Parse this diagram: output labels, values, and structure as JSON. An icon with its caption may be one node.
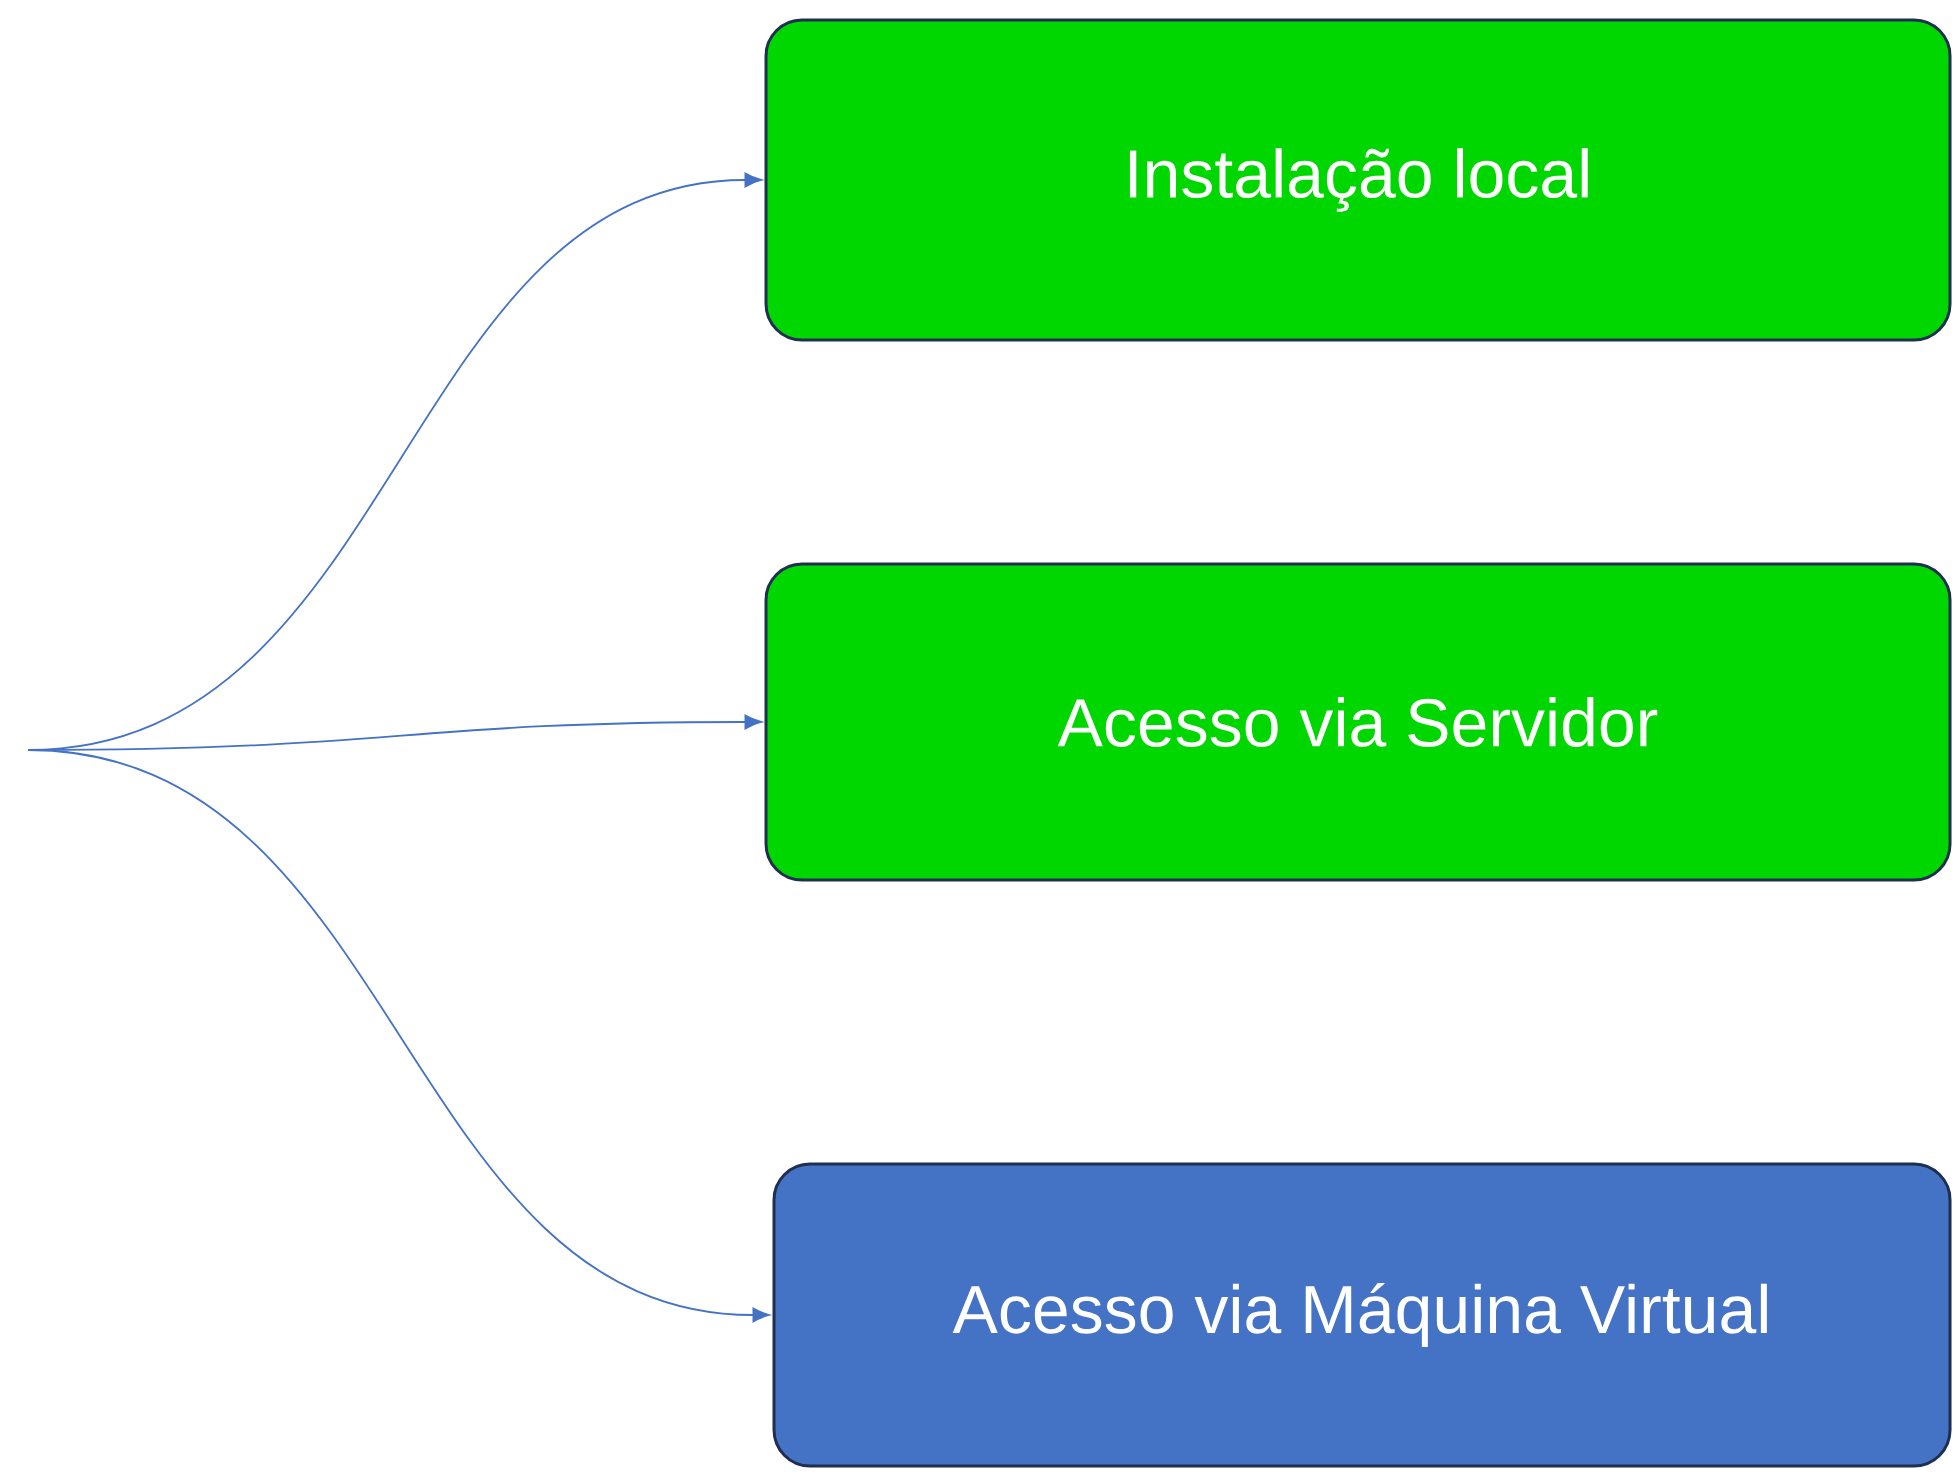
{
  "diagram": {
    "nodes": [
      {
        "text": [
          "Instalação local"
        ]
      },
      {
        "text": [
          "Acesso via Servidor"
        ]
      },
      {
        "text": [
          "Acesso via Máquina Virtual"
        ]
      }
    ],
    "edges": [
      {
        "from": null,
        "to": 0,
        "arrow": "to"
      },
      {
        "from": null,
        "to": 1,
        "arrow": "to"
      },
      {
        "from": null,
        "to": 2,
        "arrow": "to"
      }
    ]
  }
}
